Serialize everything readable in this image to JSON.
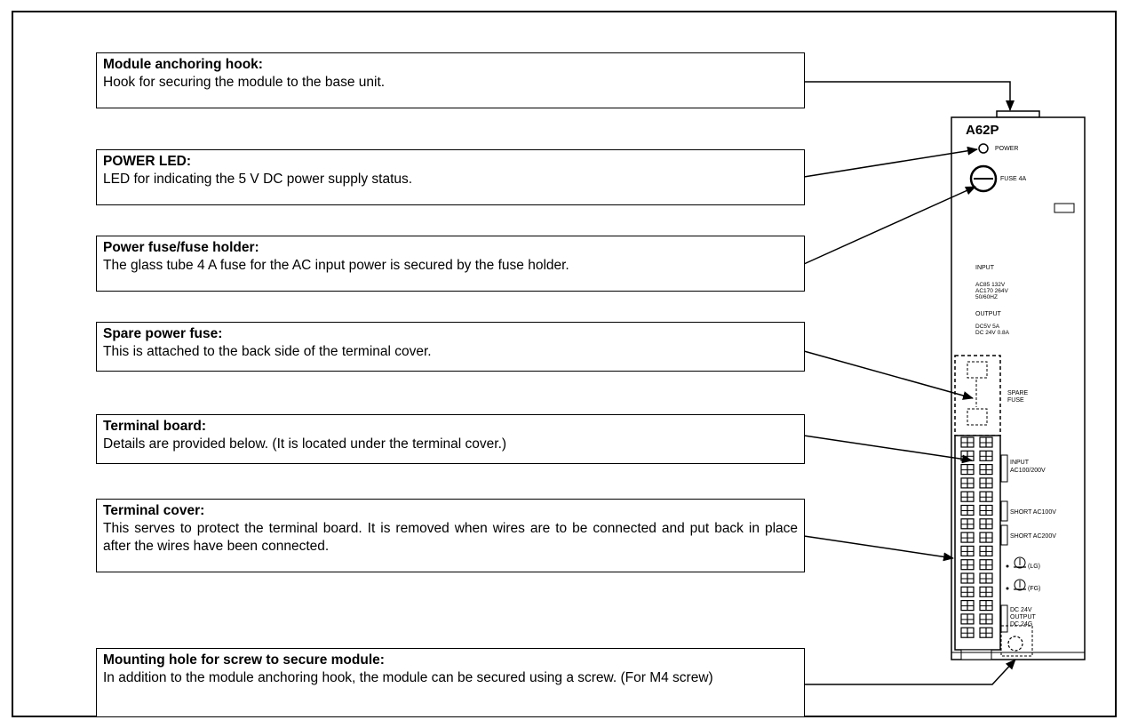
{
  "callouts": {
    "hook": {
      "title": "Module anchoring hook:",
      "desc": "Hook for securing the module to the base unit."
    },
    "led": {
      "title": "POWER LED:",
      "desc": "LED for indicating the 5 V DC power supply status."
    },
    "fuse": {
      "title": "Power fuse/fuse holder:",
      "desc": "The glass tube 4 A fuse for the AC input power is secured by the fuse holder."
    },
    "spare": {
      "title": "Spare power fuse:",
      "desc": "This is attached to the back side of the terminal cover."
    },
    "board": {
      "title": "Terminal board:",
      "desc": "Details are provided below. (It is located under the terminal cover.)"
    },
    "cover": {
      "title": "Terminal cover:",
      "desc": "This serves to protect the terminal board. It is removed when wires are to be connected and put back in place after the wires have been connected."
    },
    "hole": {
      "title": "Mounting hole for screw to secure module:",
      "desc": "In addition to the module anchoring hook, the module can be secured using a screw. (For M4 screw)"
    }
  },
  "module": {
    "model": "A62P",
    "power": "POWER",
    "fuse": "FUSE 4A",
    "input": "INPUT",
    "input_spec1": "AC85  132V",
    "input_spec2": "AC170  264V",
    "input_spec3": "50/60HZ",
    "output": "OUTPUT",
    "output_spec1": "DC5V 5A",
    "output_spec2": "DC 24V 0.8A",
    "spare1": "SPARE",
    "spare2": "FUSE",
    "term_input1": "INPUT",
    "term_input2": "AC100/200V",
    "short100": "SHORT AC100V",
    "short200": "SHORT AC200V",
    "lg": "(LG)",
    "fg": "(FG)",
    "dc1": "DC 24V",
    "dc2": "OUTPUT",
    "dc3": "DC 24G"
  }
}
